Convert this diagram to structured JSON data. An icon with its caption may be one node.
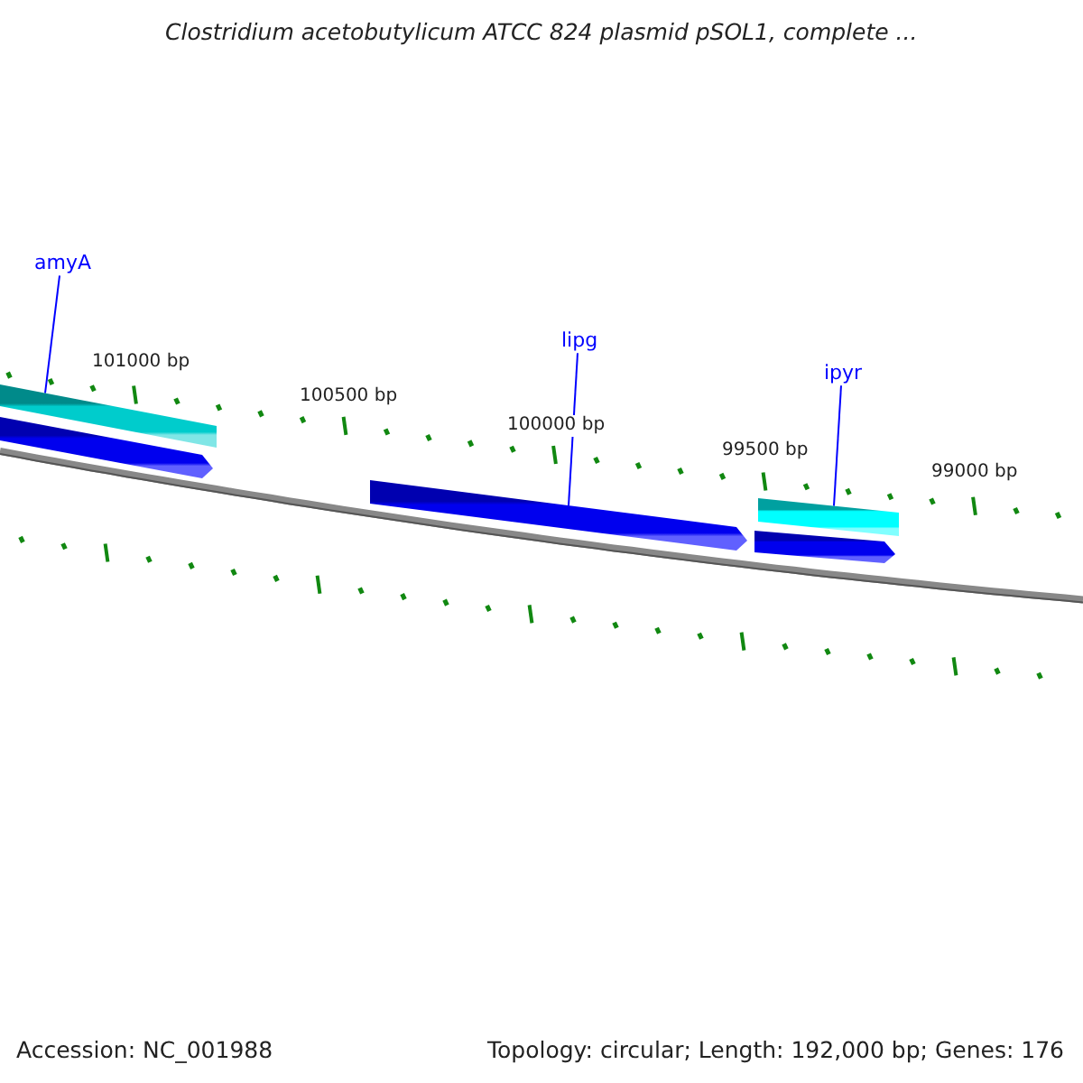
{
  "diagram": {
    "title": "Clostridium acetobutylicum ATCC 824 plasmid pSOL1, complete ...",
    "nodes": [
      {
        "text": [
          "amyA"
        ]
      },
      {
        "text": [],
        "shape": "bar"
      },
      {
        "text": [],
        "shape": "arrow"
      },
      {
        "text": [
          "lipg"
        ]
      },
      {
        "text": [],
        "shape": "arrow"
      },
      {
        "text": [
          "ipyr"
        ]
      },
      {
        "text": [],
        "shape": "bar"
      },
      {
        "text": [],
        "shape": "arrow"
      }
    ],
    "edges": [
      {
        "from": 0,
        "to": 1,
        "arrow": "none"
      },
      {
        "from": 3,
        "to": 4,
        "arrow": "none"
      },
      {
        "from": 5,
        "to": 6,
        "arrow": "none"
      }
    ],
    "labels": [
      "101000 bp",
      "100500 bp",
      "100000 bp",
      "99500 bp",
      "99000 bp",
      "Accession: NC_001988",
      "Topology: circular; Length: 192,000 bp; Genes: 176"
    ]
  }
}
